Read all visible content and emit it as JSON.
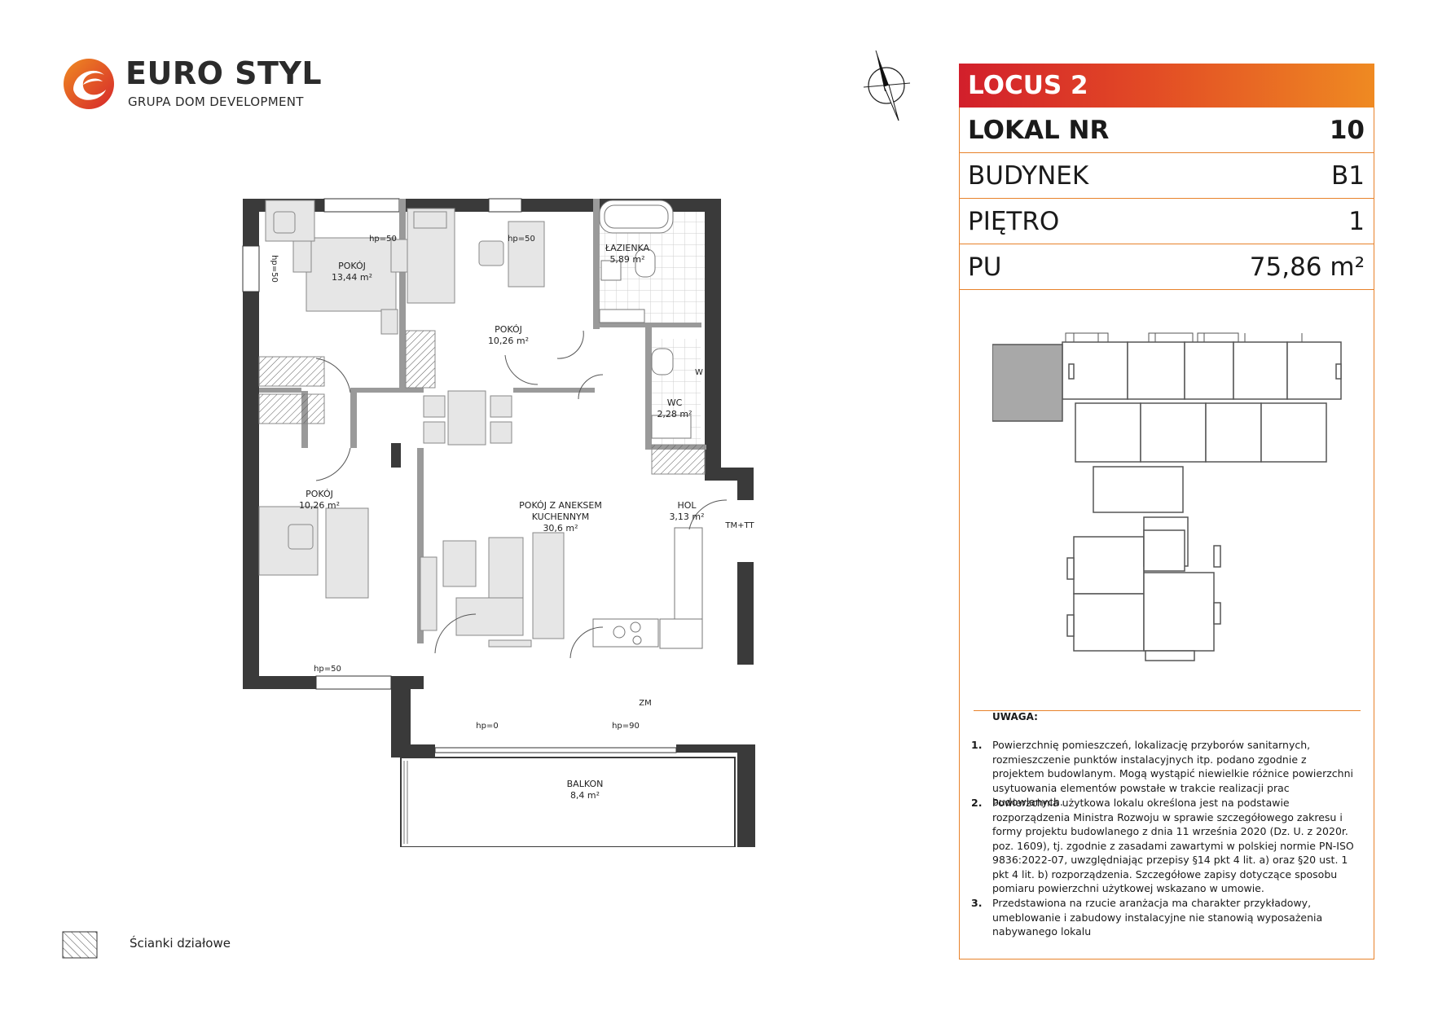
{
  "logo": {
    "title": "EURO STYL",
    "subtitle": "GRUPA DOM DEVELOPMENT",
    "colors": {
      "red": "#d6262c",
      "orange": "#ef8b21"
    }
  },
  "compass": {
    "icon": "north-arrow-icon"
  },
  "panel": {
    "header": "LOCUS 2",
    "rows": [
      {
        "label": "LOKAL NR",
        "value": "10"
      },
      {
        "label": "BUDYNEK",
        "value": "B1"
      },
      {
        "label": "PIĘTRO",
        "value": "1"
      },
      {
        "label": "PU",
        "value": "75,86 m²"
      }
    ],
    "accent": "#e8822a"
  },
  "plan": {
    "rooms": [
      {
        "name": "POKÓJ",
        "area": "13,44 m²"
      },
      {
        "name": "POKÓJ",
        "area": "10,26 m²"
      },
      {
        "name": "ŁAZIENKA",
        "area": "5,89 m²"
      },
      {
        "name": "WC",
        "area": "2,28 m²"
      },
      {
        "name": "POKÓJ",
        "area": "10,26 m²"
      },
      {
        "name_line1": "POKÓJ Z ANEKSEM",
        "name_line2": "KUCHENNYM",
        "area": "30,6 m²"
      },
      {
        "name": "HOL",
        "area": "3,13 m²"
      },
      {
        "name": "BALKON",
        "area": "8,4 m²"
      }
    ],
    "tags": {
      "hp50": "hp=50",
      "hp0": "hp=0",
      "hp90": "hp=90",
      "tmtt": "TM+TT",
      "zm": "ZM",
      "w": "W"
    }
  },
  "legend": {
    "label": "Ścianki działowe"
  },
  "notes": {
    "title": "UWAGA:",
    "items": [
      {
        "num": "1.",
        "text": "Powierzchnię pomieszczeń, lokalizację przyborów sanitarnych, rozmieszczenie punktów instalacyjnych itp. podano zgodnie z projektem budowlanym. Mogą wystąpić niewielkie różnice powierzchni usytuowania elementów powstałe w trakcie realizacji prac budowlanych."
      },
      {
        "num": "2.",
        "text": "Powierzchnia użytkowa lokalu określona jest na podstawie rozporządzenia Ministra Rozwoju w sprawie szczegółowego zakresu i formy projektu budowlanego z dnia 11 września 2020 (Dz. U. z 2020r. poz. 1609), tj. zgodnie z zasadami zawartymi w polskiej normie PN-ISO 9836:2022-07, uwzględniając przepisy §14 pkt 4 lit. a) oraz §20 ust. 1 pkt 4 lit. b) rozporządzenia. Szczegółowe zapisy dotyczące sposobu pomiaru powierzchni użytkowej wskazano w umowie."
      },
      {
        "num": "3.",
        "text": "Przedstawiona na rzucie aranżacja ma charakter przykładowy, umeblowanie i zabudowy instalacyjne nie stanowią wyposażenia nabywanego lokalu"
      }
    ]
  }
}
